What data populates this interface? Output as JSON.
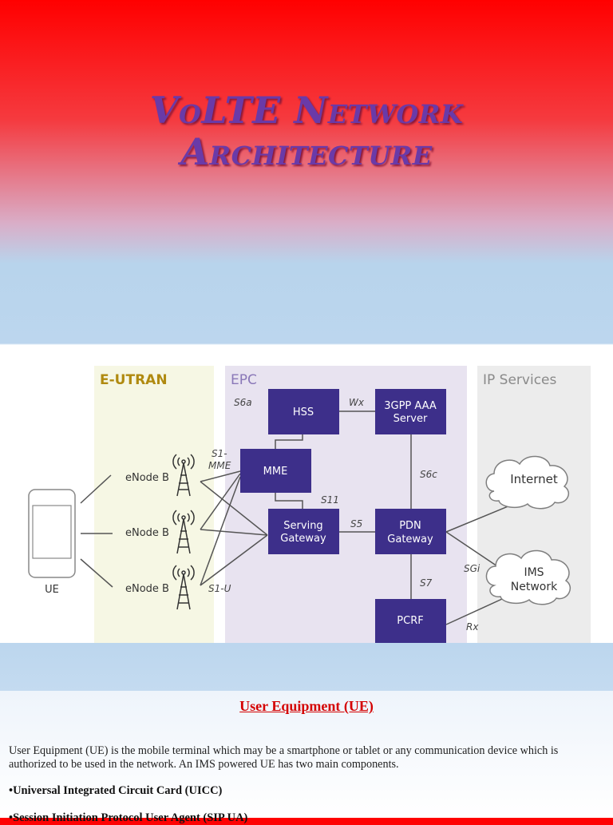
{
  "slide": {
    "title_line1": "VoLTE Network",
    "title_line2": "Architecture"
  },
  "diagram": {
    "regions": {
      "eutran": "E-UTRAN",
      "epc": "EPC",
      "ip_services": "IP Services"
    },
    "ue_label": "UE",
    "enodeb_labels": [
      "eNode B",
      "eNode B",
      "eNode B"
    ],
    "nodes": {
      "hss": "HSS",
      "aaa_line1": "3GPP AAA",
      "aaa_line2": "Server",
      "mme": "MME",
      "sgw_line1": "Serving",
      "sgw_line2": "Gateway",
      "pgw_line1": "PDN",
      "pgw_line2": "Gateway",
      "pcrf": "PCRF",
      "internet": "Internet",
      "ims_line1": "IMS",
      "ims_line2": "Network"
    },
    "interfaces": {
      "s6a": "S6a",
      "wx": "Wx",
      "s1mme_line1": "S1-",
      "s1mme_line2": "MME",
      "s11": "S11",
      "s6c": "S6c",
      "s5": "S5",
      "sgi": "SGi",
      "s7": "S7",
      "s1u": "S1-U",
      "rx": "Rx"
    },
    "colors": {
      "node_fill": "#3d2f8a",
      "eutran_bg": "#f6f7e4",
      "epc_bg": "#e8e3f0",
      "ip_bg": "#ececec",
      "region_label": "#8a8a8a",
      "eutran_label": "#b08a10",
      "epc_label": "#8a78b8"
    }
  },
  "content": {
    "heading": "User Equipment (UE)",
    "paragraph": "User Equipment (UE) is the mobile terminal which may be a smartphone or tablet or any communication device which is authorized to be used in the network. An IMS powered UE has two main components.",
    "bullet1": "•Universal Integrated Circuit Card (UICC)",
    "bullet2": "•Session Initiation Protocol User Agent (SIP UA)"
  }
}
